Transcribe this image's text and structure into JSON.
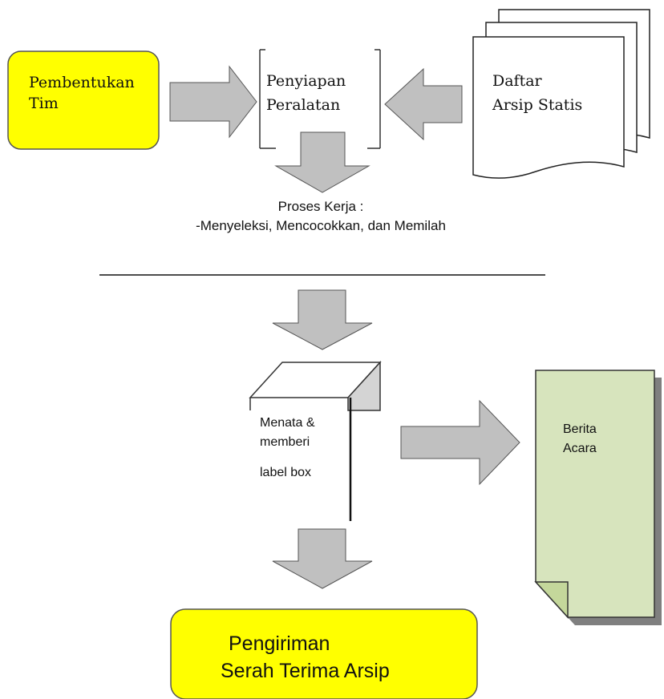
{
  "nodes": {
    "pembentukan_tim": {
      "line1": "Pembentukan",
      "line2": "Tim"
    },
    "penyiapan_peralatan": {
      "line1": "Penyiapan",
      "line2": "Peralatan"
    },
    "daftar_arsip_statis": {
      "line1": "Daftar",
      "line2": "Arsip Statis"
    },
    "proses_kerja": {
      "line1": "Proses Kerja :",
      "line2": "-Menyeleksi, Mencocokkan, dan Memilah"
    },
    "menata_label_box": {
      "line1": "Menata &",
      "line2": "memberi",
      "line3": "label box"
    },
    "berita_acara": {
      "line1": "Berita",
      "line2": "Acara"
    },
    "pengiriman": {
      "line1": "Pengiriman",
      "line2": "Serah Terima Arsip"
    }
  },
  "colors": {
    "highlight_yellow": "#ffff00",
    "arrow_gray": "#c0c0c0",
    "document_green": "#d7e4bd",
    "box_side_gray": "#d4d4d4"
  }
}
